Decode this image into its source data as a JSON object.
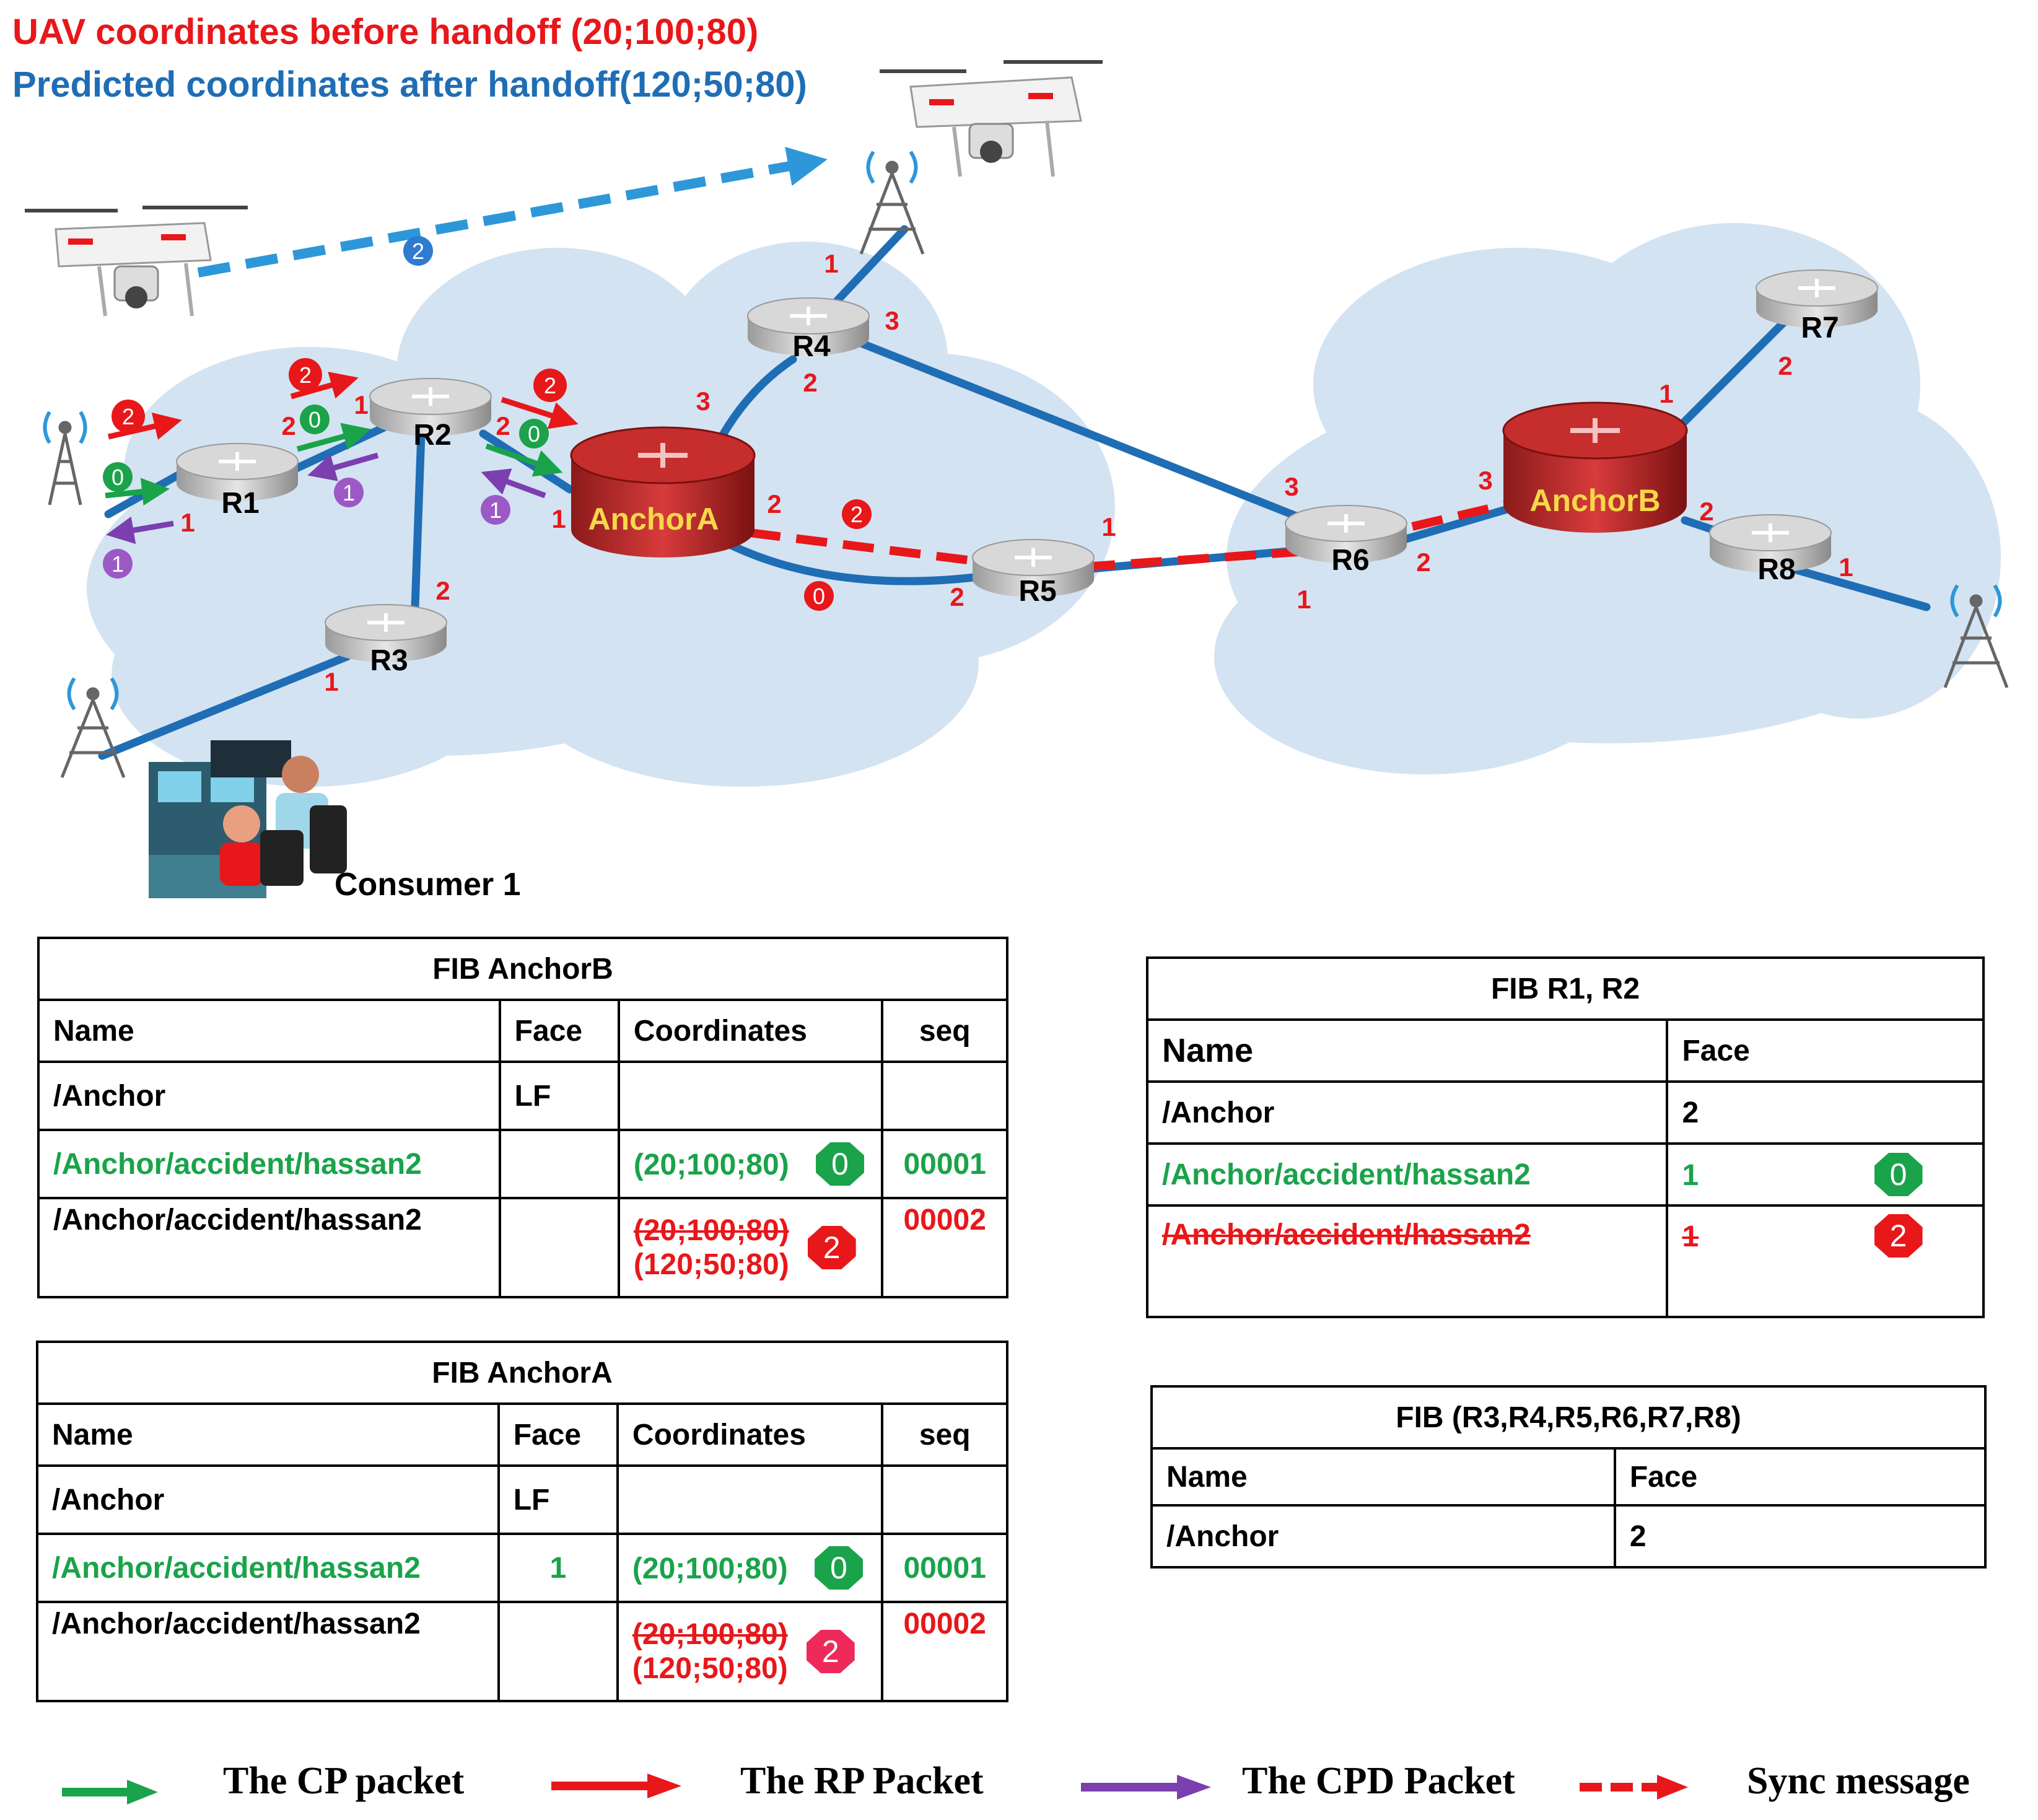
{
  "headings": {
    "before": "UAV coordinates before handoff (20;100;80)",
    "after": "Predicted  coordinates after handoff(120;50;80)"
  },
  "colors": {
    "cp": "#1aa34a",
    "rp": "#e8171a",
    "cpd": "#7b3fb0",
    "link": "#1f6db5",
    "handoff": "#2e97d9",
    "cloud": "#d3e3f2"
  },
  "network": {
    "routers": [
      "R1",
      "R2",
      "R3",
      "R4",
      "R5",
      "R6",
      "R7",
      "R8"
    ],
    "anchors": [
      "AnchorA",
      "AnchorB"
    ],
    "consumer": "Consumer 1",
    "face_labels": [
      "1",
      "2",
      "1",
      "2",
      "1",
      "2",
      "2",
      "1",
      "1",
      "3",
      "2",
      "3",
      "1",
      "2",
      "2",
      "3",
      "1",
      "2",
      "1",
      "2",
      "3",
      "2",
      "1"
    ],
    "packet_badges": [
      "0",
      "1",
      "2",
      "0",
      "1",
      "2",
      "0",
      "1",
      "2",
      "2",
      "0",
      "2"
    ]
  },
  "fib_anchorB": {
    "title": "FIB AnchorB",
    "headers": [
      "Name",
      "Face",
      "Coordinates",
      "seq"
    ],
    "rows": [
      {
        "name": "/Anchor",
        "face": "LF",
        "coord": "",
        "seq": ""
      },
      {
        "name": "/Anchor/accident/hassan2",
        "face": "",
        "coord": "(20;100;80)",
        "badge": "0",
        "seq": "00001"
      },
      {
        "name": "/Anchor/accident/hassan2",
        "face": "",
        "coord_old": "(20;100;80)",
        "coord_new": "(120;50;80)",
        "badge": "2",
        "seq": "00002"
      }
    ]
  },
  "fib_anchorA": {
    "title": "FIB AnchorA",
    "headers": [
      "Name",
      "Face",
      "Coordinates",
      "seq"
    ],
    "rows": [
      {
        "name": "/Anchor",
        "face": "LF",
        "coord": "",
        "seq": ""
      },
      {
        "name": "/Anchor/accident/hassan2",
        "face": "1",
        "coord": "(20;100;80)",
        "badge": "0",
        "seq": "00001"
      },
      {
        "name": "/Anchor/accident/hassan2",
        "face": "",
        "coord_old": "(20;100;80)",
        "coord_new": "(120;50;80)",
        "badge": "2",
        "seq": "00002"
      }
    ]
  },
  "fib_r1r2": {
    "title": "FIB R1, R2",
    "headers": [
      "Name",
      "Face"
    ],
    "rows": [
      {
        "name": "/Anchor",
        "face": "2"
      },
      {
        "name": "/Anchor/accident/hassan2",
        "face": "1",
        "badge": "0"
      },
      {
        "name": "/Anchor/accident/hassan2",
        "face": "1",
        "badge": "2"
      }
    ]
  },
  "fib_others": {
    "title": "FIB (R3,R4,R5,R6,R7,R8)",
    "headers": [
      "Name",
      "Face"
    ],
    "rows": [
      {
        "name": "/Anchor",
        "face": "2"
      }
    ]
  },
  "legend": {
    "cp": "The CP packet",
    "rp": "The RP Packet",
    "cpd": "The CPD  Packet",
    "sync": "Sync message"
  }
}
